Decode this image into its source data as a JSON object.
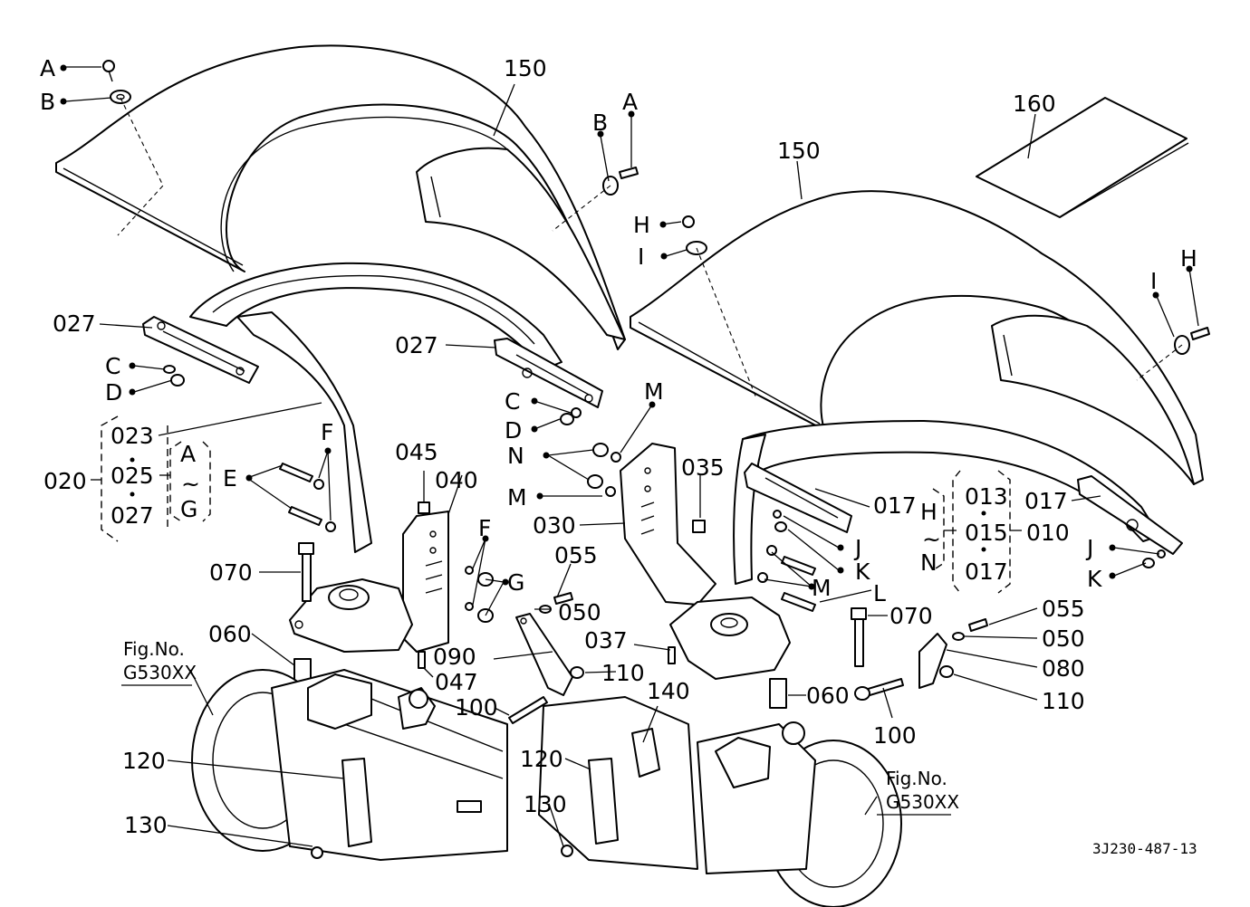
{
  "diagram": {
    "callouts": {
      "n150a": "150",
      "n150b": "150",
      "n160": "160",
      "A1": "A",
      "B1": "B",
      "A2": "A",
      "B2": "B",
      "H1": "H",
      "I1": "I",
      "H2": "H",
      "I2": "I",
      "n027a": "027",
      "n027b": "027",
      "C1": "C",
      "D1": "D",
      "C2": "C",
      "D2": "D",
      "n023": "023",
      "n025": "025",
      "n027c": "027",
      "n020": "020",
      "grpA": "A",
      "grpTilde1": "~",
      "grpG": "G",
      "E": "E",
      "F1": "F",
      "F2": "F",
      "G": "G",
      "n045": "045",
      "n040": "040",
      "n047": "047",
      "n070a": "070",
      "n070b": "070",
      "n060a": "060",
      "n060b": "060",
      "n055a": "055",
      "n055b": "055",
      "n050a": "050",
      "n050b": "050",
      "n090": "090",
      "n110a": "110",
      "n110b": "110",
      "n100a": "100",
      "n100b": "100",
      "n080": "080",
      "M1": "M",
      "N": "N",
      "M2": "M",
      "M3": "M",
      "n030": "030",
      "n035": "035",
      "n037": "037",
      "n017a": "017",
      "n017b": "017",
      "n013": "013",
      "n015": "015",
      "n017c": "017",
      "n010": "010",
      "grpH": "H",
      "grpTilde2": "~",
      "grpN": "N",
      "J1": "J",
      "K1": "K",
      "L": "L",
      "J2": "J",
      "K2": "K",
      "n140": "140",
      "n120a": "120",
      "n120b": "120",
      "n130a": "130",
      "n130b": "130"
    },
    "figref1": {
      "line1": "Fig.No.",
      "line2": "G530XX"
    },
    "figref2": {
      "line1": "Fig.No.",
      "line2": "G530XX"
    },
    "drawing_code": "3J230-487-13"
  }
}
